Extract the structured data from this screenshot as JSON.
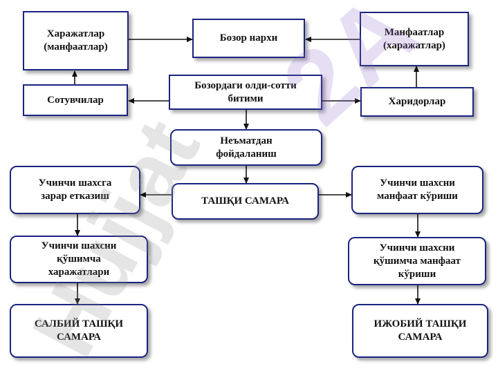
{
  "colors": {
    "border": "#1a237e",
    "arrow": "#111111",
    "watermark_purple": "#8c6bc8",
    "watermark_gray": "#8a8a8a"
  },
  "watermark": {
    "text_top": "2A",
    "text_bottom": "Hujjat"
  },
  "nodes": {
    "costs_benefits": "Харажатлар\n(манфаатлар)",
    "market_price": "Бозор нархи",
    "benefits_costs": "Манфаатлар\n(харажатлар)",
    "sellers": "Сотувчилар",
    "market_deal": "Бозордаги олди-сотти\nбитими",
    "buyers": "Харидорлар",
    "good_use": "Неъматдан\nфойдаланиш",
    "third_harm": "Учинчи шахсга\nзарар етказиш",
    "externality": "ТАШҚИ САМАРА",
    "third_benefit": "Учинчи шахсни\nманфаат кўриши",
    "third_extra_costs": "Учинчи шахсни\nқўшимча\nхаражатлари",
    "third_extra_benefit": "Учинчи шахсни\nқўшимча манфаат\nкўриши",
    "negative_ext": "САЛБИЙ ТАШҚИ\nСАМАРА",
    "positive_ext": "ИЖОБИЙ ТАШҚИ\nСАМАРА"
  }
}
